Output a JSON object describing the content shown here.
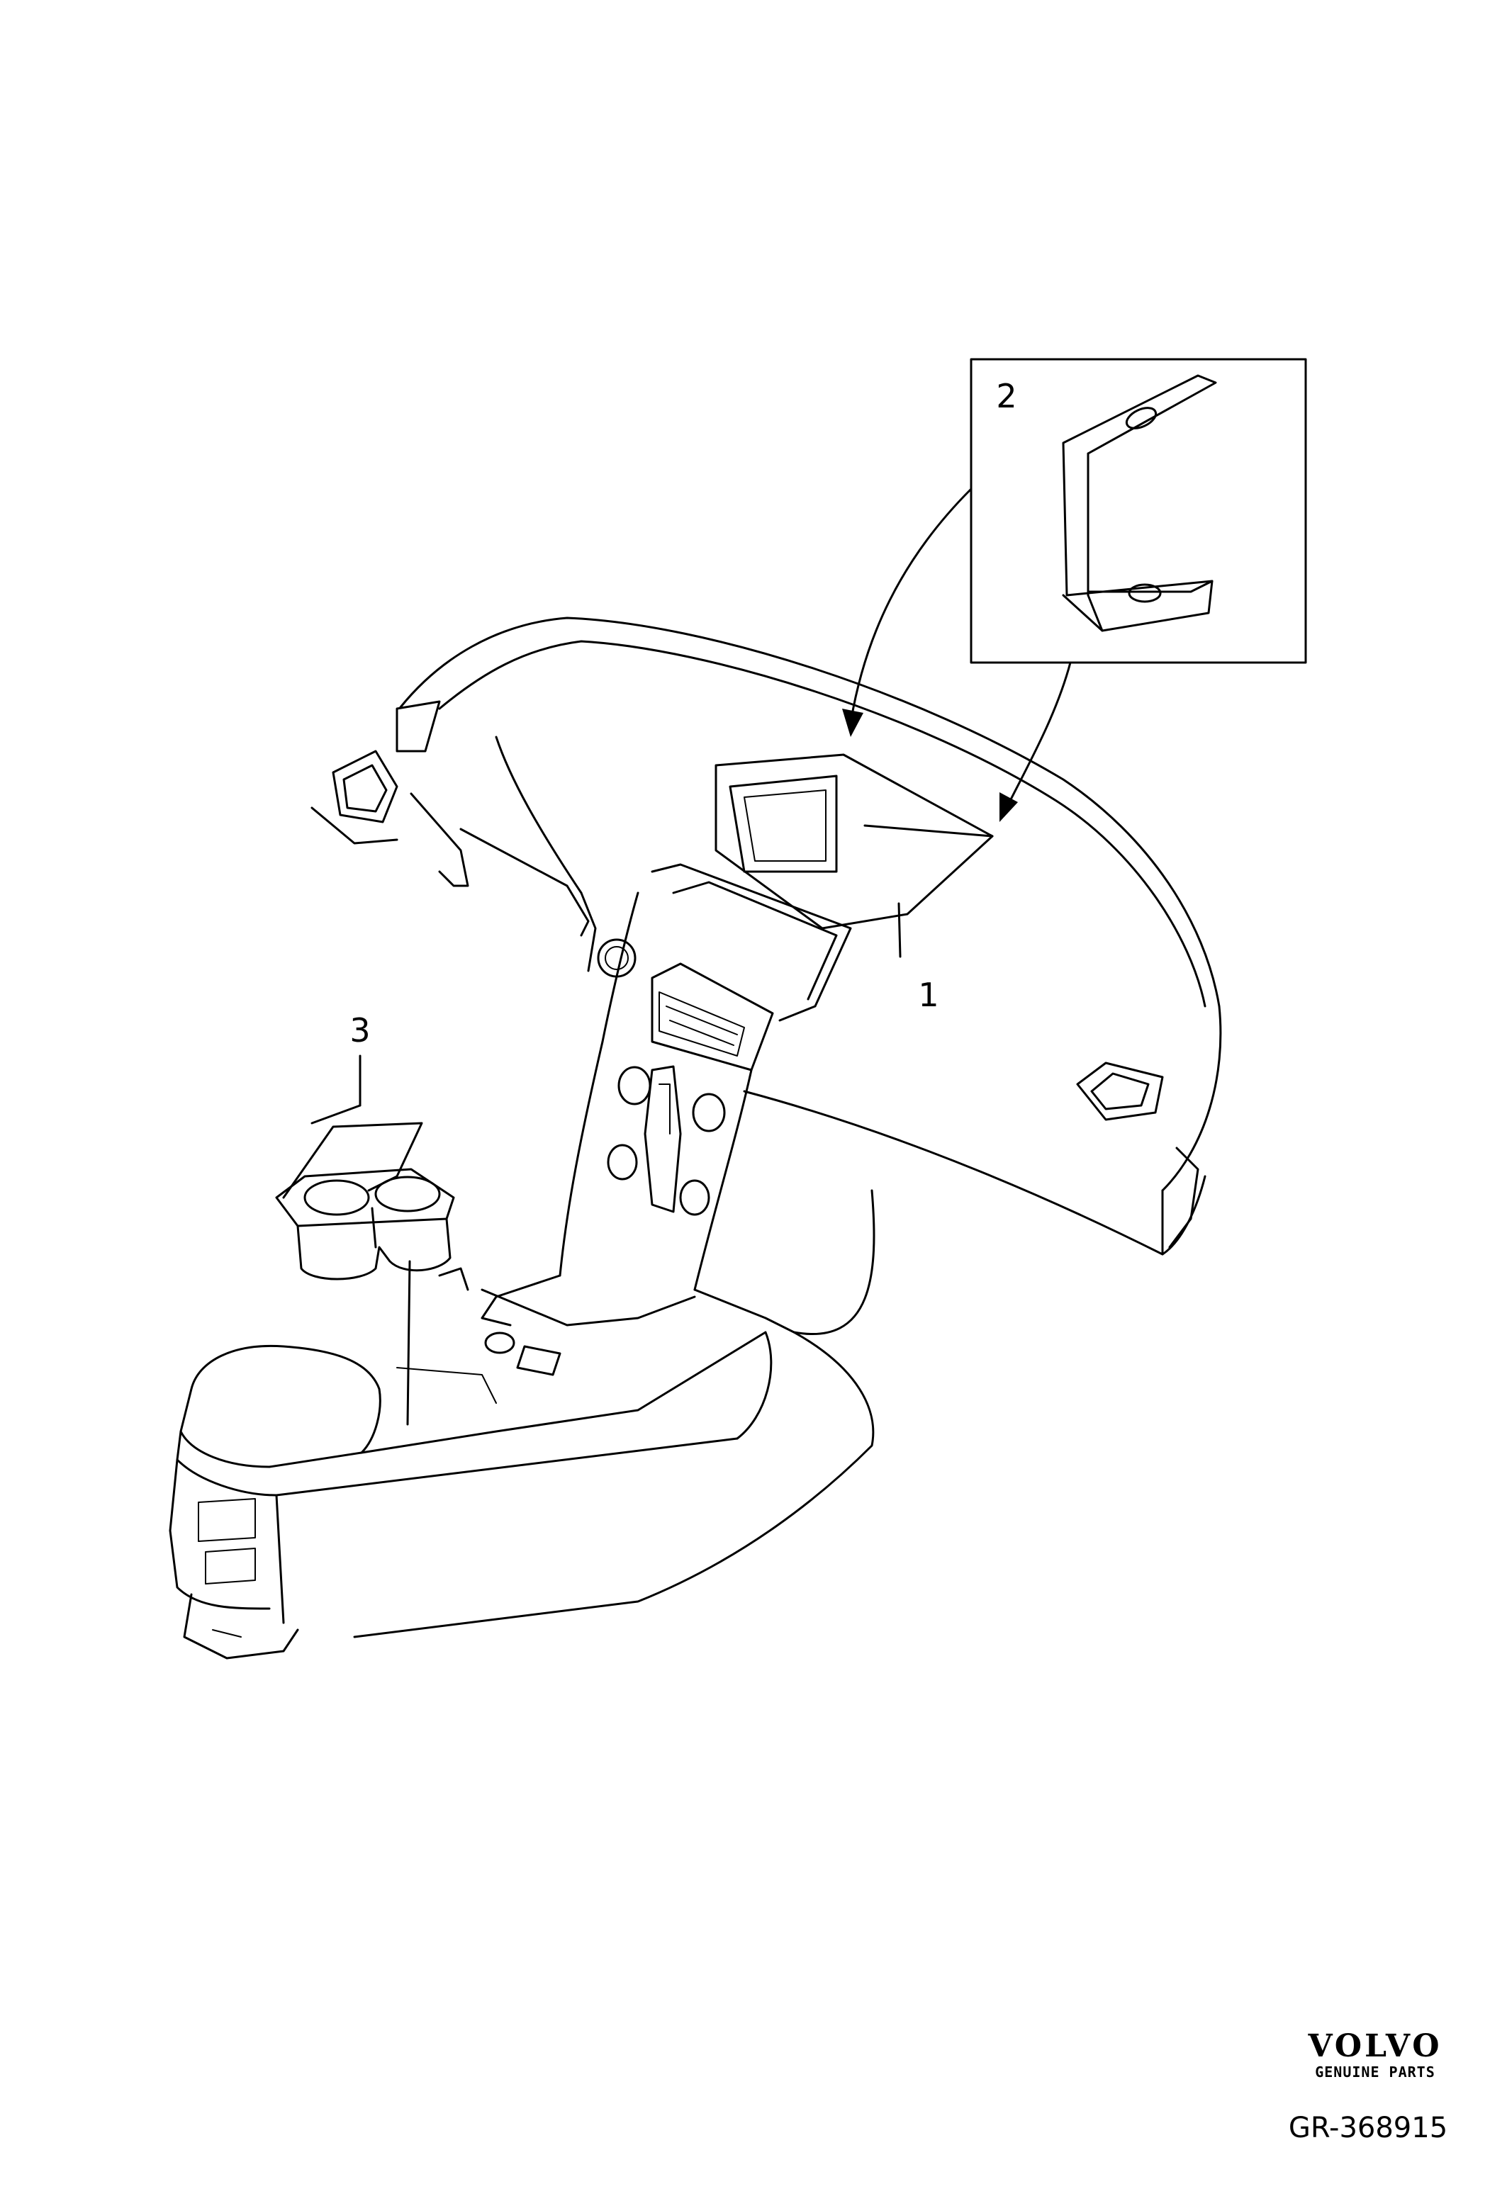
{
  "callouts": [
    {
      "id": "1",
      "label": "1"
    },
    {
      "id": "2",
      "label": "2"
    },
    {
      "id": "3",
      "label": "3"
    }
  ],
  "branding": {
    "name": "VOLVO",
    "tagline": "GENUINE PARTS"
  },
  "reference": "GR-368915"
}
